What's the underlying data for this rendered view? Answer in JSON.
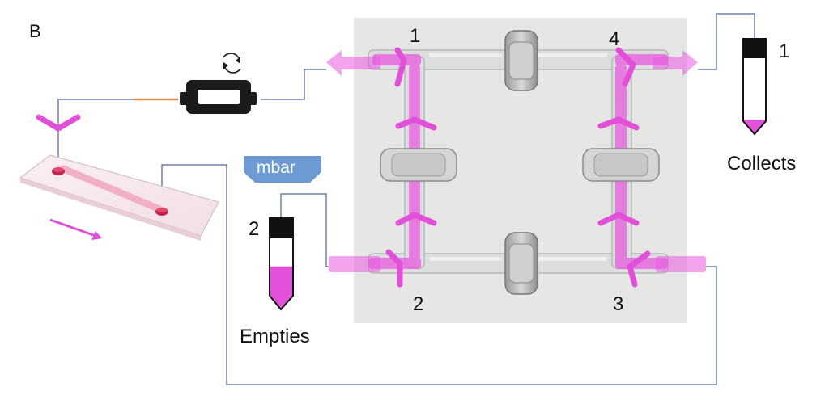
{
  "panel_label": "B",
  "mbar_label": "mbar",
  "tubes": [
    {
      "number": "1",
      "caption": "Collects",
      "fill_fraction": 0.18
    },
    {
      "number": "2",
      "caption": "Empties",
      "fill_fraction": 0.6
    }
  ],
  "manifold_ports": [
    "1",
    "4",
    "2",
    "3"
  ],
  "colors": {
    "tubing": "#6b83a8",
    "flow": "#e85be0",
    "mbar_box": "#6d9ad3",
    "pump": "#1b1b1b",
    "orange_tube": "#d98a4a",
    "photo_bg": "#e6e6e4"
  }
}
